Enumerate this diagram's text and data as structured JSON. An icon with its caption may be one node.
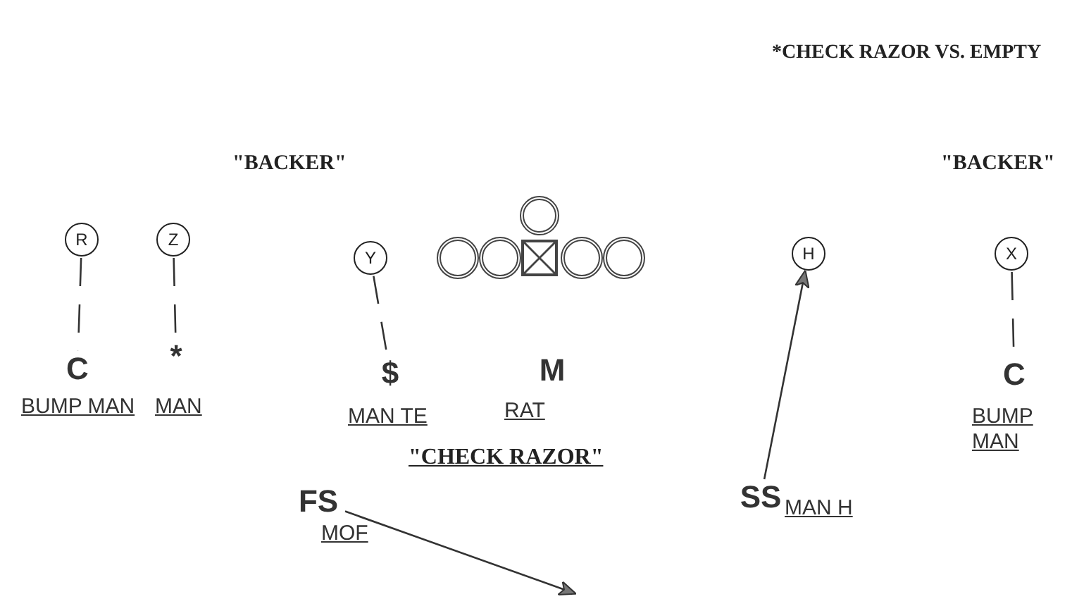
{
  "diagram": {
    "nodes": [
      {
        "text": [
          "R"
        ]
      },
      {
        "text": [
          "Z"
        ]
      },
      {
        "text": [],
        "shape": "circle"
      },
      {
        "text": [
          "Y"
        ]
      },
      {
        "text": [],
        "shape": "circle"
      },
      {
        "text": [],
        "shape": "circle"
      },
      {
        "text": [],
        "shape": "box"
      },
      {
        "text": [],
        "shape": "circle"
      },
      {
        "text": [],
        "shape": "circle"
      },
      {
        "text": [
          "H"
        ]
      },
      {
        "text": [
          "X"
        ]
      },
      {
        "text": [
          "C"
        ],
        "beside": [
          "BUMP MAN"
        ]
      },
      {
        "text": [
          "*"
        ],
        "beside": [
          "MAN"
        ]
      },
      {
        "text": [
          "$"
        ],
        "beside": [
          "MAN TE"
        ]
      },
      {
        "text": [
          "M"
        ],
        "beside": [
          "RAT"
        ]
      },
      {
        "text": [
          "C"
        ],
        "beside": [
          "BUMP MAN"
        ]
      },
      {
        "text": [
          "FS"
        ],
        "beside": [
          "MOF"
        ]
      },
      {
        "text": [
          "SS"
        ],
        "beside": [
          "MAN H"
        ]
      }
    ],
    "edges": [
      {
        "from": 0,
        "to": 11,
        "arrow": "none",
        "style": "dashed"
      },
      {
        "from": 1,
        "to": 12,
        "arrow": "none",
        "style": "dashed"
      },
      {
        "from": 3,
        "to": 13,
        "arrow": "none",
        "style": "dashed"
      },
      {
        "from": 17,
        "to": 9,
        "arrow": "to"
      },
      {
        "from": 10,
        "to": 15,
        "arrow": "none",
        "style": "dashed"
      },
      {
        "from": 16,
        "to": null,
        "arrow": "to"
      }
    ],
    "labels": [
      "*CHECK RAZOR VS. EMPTY",
      "\"BACKER\"",
      "\"BACKER\"",
      "\"CHECK RAZOR\""
    ]
  }
}
